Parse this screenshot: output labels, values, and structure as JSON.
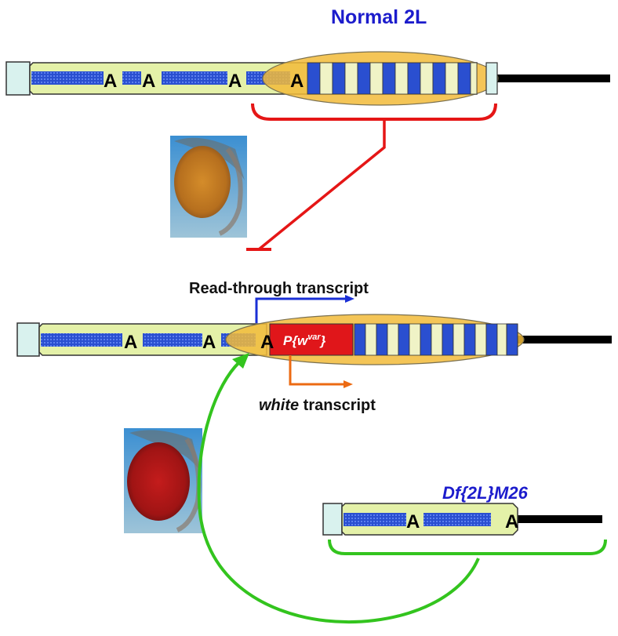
{
  "labels": {
    "normal_title": "Normal 2L",
    "readthrough": "Read-through transcript",
    "white_word": "white",
    "white_rest": " transcript",
    "transgene_main": "P{w",
    "transgene_sup": "var",
    "transgene_close": "}",
    "deficiency": "Df{2L}M26",
    "a_letter": "A"
  },
  "chromosomes": [
    {
      "name": "normal-2l",
      "a_markers": 4
    },
    {
      "name": "transgenic-2l",
      "a_markers": 3
    },
    {
      "name": "deficiency-2l",
      "a_markers": 2
    }
  ],
  "eyes": [
    {
      "name": "orange-eye",
      "color": "#c07a22"
    },
    {
      "name": "red-eye",
      "color": "#b01818"
    }
  ],
  "colors": {
    "chromosome_fill": "#e4f1a8",
    "repeat_blue": "#2a4fd0",
    "stripe_light": "#f0f3c6",
    "heterochromatin": "#f2bb3a",
    "suppression_red": "#e51616",
    "readthrough_arrow": "#1a2fd6",
    "white_arrow": "#ec6a12",
    "interaction_green": "#33c41e",
    "transgene_red": "#e0161a"
  }
}
